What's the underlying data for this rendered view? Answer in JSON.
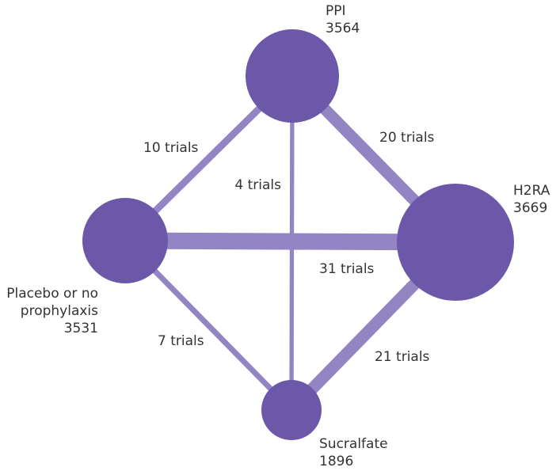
{
  "diagram": {
    "colors": {
      "node": "#6b58a8",
      "edge": "#9384c3",
      "text": "#333333"
    },
    "nodes": [
      {
        "id": "ppi",
        "lines": [
          "PPI",
          "3564"
        ],
        "patients": 3564
      },
      {
        "id": "h2ra",
        "lines": [
          "H2RA",
          "3669"
        ],
        "patients": 3669
      },
      {
        "id": "placebo",
        "lines": [
          "Placebo or no",
          "prophylaxis",
          "3531"
        ],
        "patients": 3531
      },
      {
        "id": "sucralfate",
        "lines": [
          "Sucralfate",
          "1896"
        ],
        "patients": 1896
      }
    ],
    "edges": [
      {
        "id": "ppi-placebo",
        "from": "ppi",
        "to": "placebo",
        "label": "10 trials",
        "trials": 10
      },
      {
        "id": "ppi-h2ra",
        "from": "ppi",
        "to": "h2ra",
        "label": "20 trials",
        "trials": 20
      },
      {
        "id": "ppi-sucralfate",
        "from": "ppi",
        "to": "sucralfate",
        "label": "4 trials",
        "trials": 4
      },
      {
        "id": "placebo-h2ra",
        "from": "placebo",
        "to": "h2ra",
        "label": "31 trials",
        "trials": 31
      },
      {
        "id": "placebo-sucralfate",
        "from": "placebo",
        "to": "sucralfate",
        "label": "7 trials",
        "trials": 7
      },
      {
        "id": "sucralfate-h2ra",
        "from": "sucralfate",
        "to": "h2ra",
        "label": "21 trials",
        "trials": 21
      }
    ]
  }
}
